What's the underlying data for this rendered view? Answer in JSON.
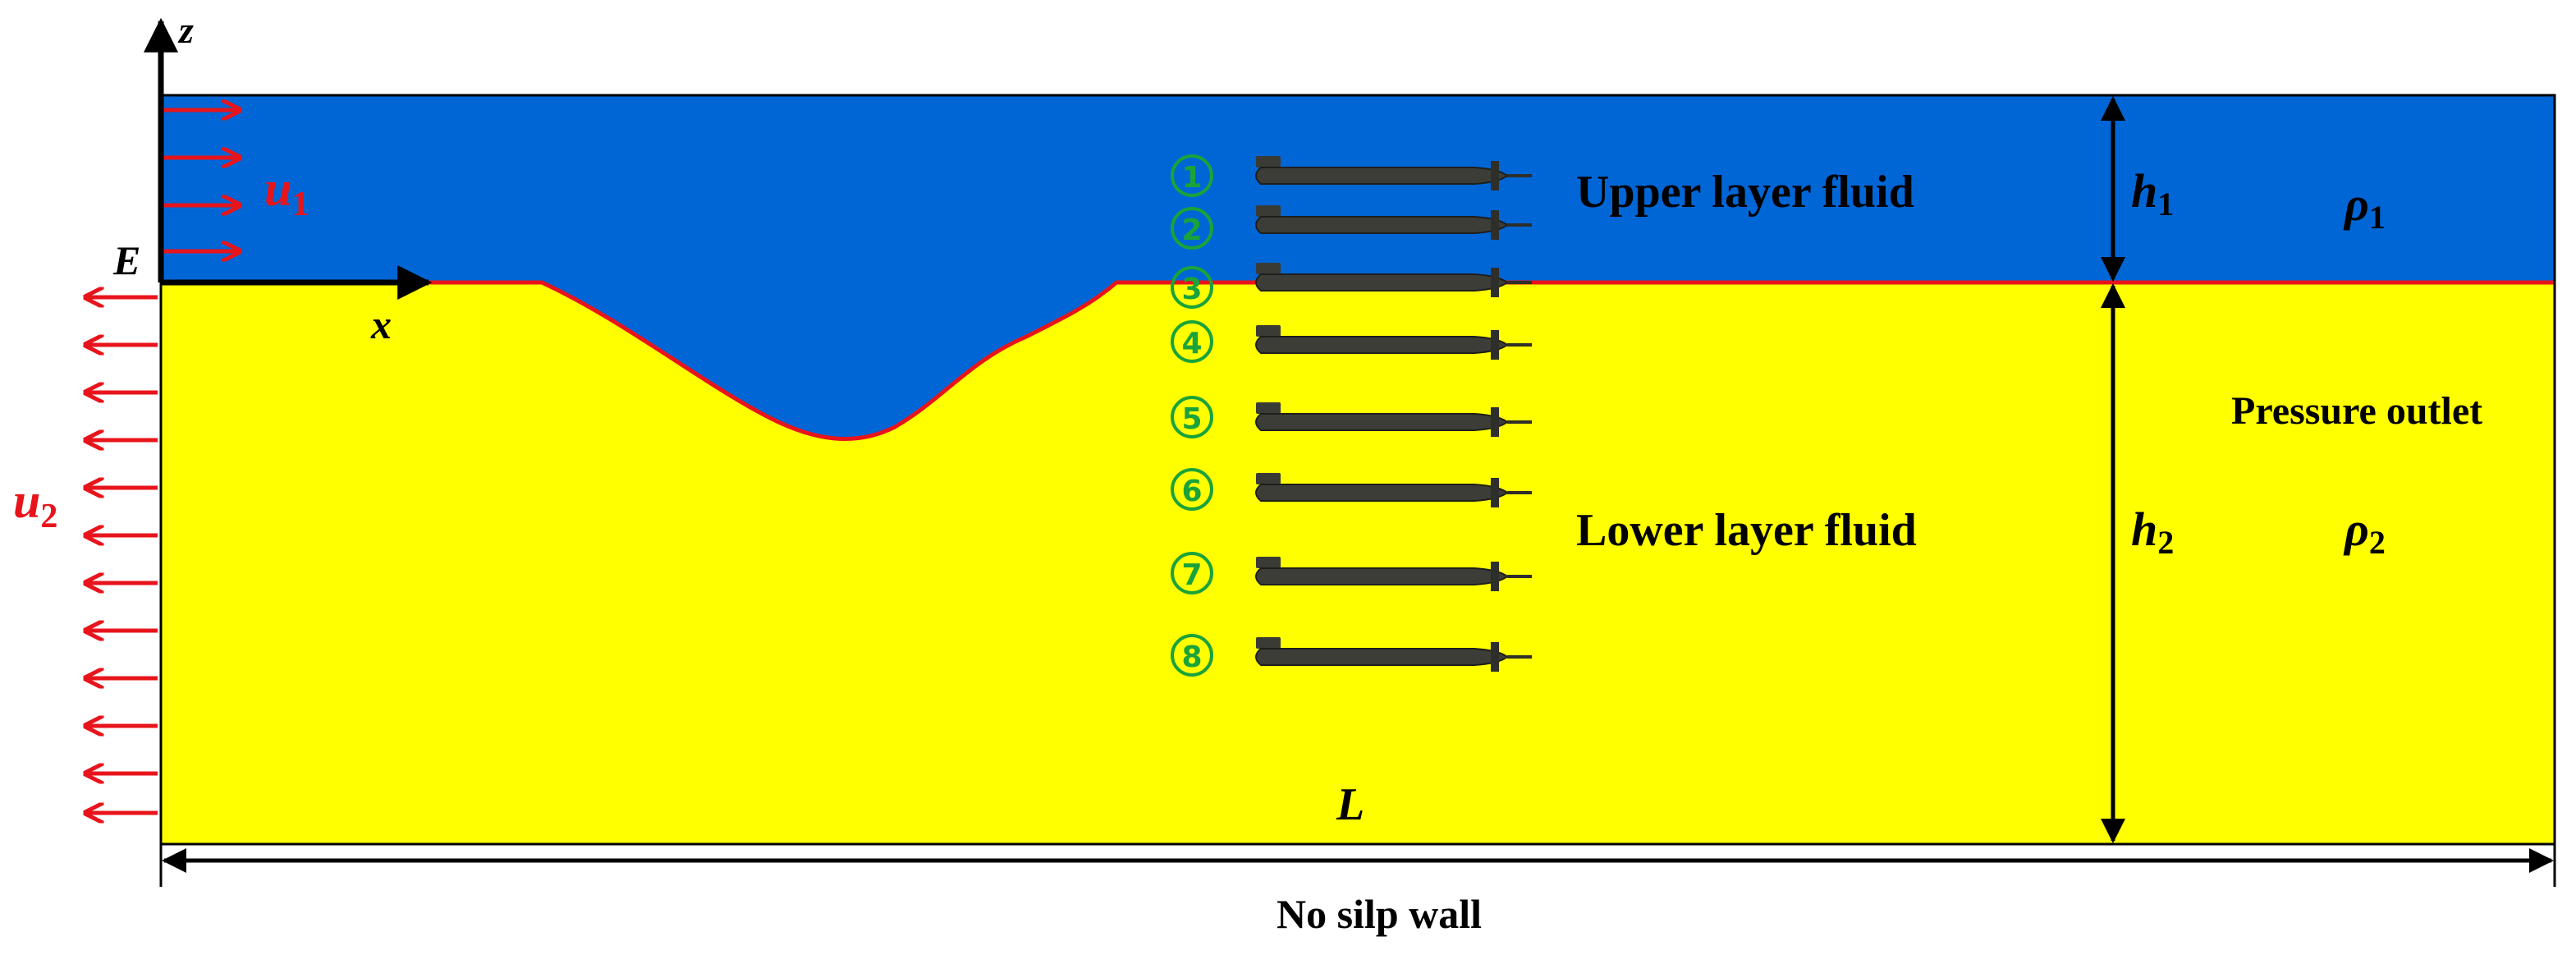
{
  "axes": {
    "z_label": "z",
    "x_label": "x",
    "origin_label": "E"
  },
  "velocities": {
    "upper": {
      "symbol": "u",
      "subscript": "1"
    },
    "lower": {
      "symbol": "u",
      "subscript": "2"
    }
  },
  "layers": {
    "upper": {
      "label": "Upper layer fluid",
      "h_symbol": "h",
      "h_subscript": "1",
      "rho_symbol": "ρ",
      "rho_subscript": "1",
      "color": "#0066d6"
    },
    "lower": {
      "label": "Lower layer fluid",
      "h_symbol": "h",
      "h_subscript": "2",
      "rho_symbol": "ρ",
      "rho_subscript": "2",
      "color": "#ffff00"
    }
  },
  "interface_color": "#e8141b",
  "outlet_label": "Pressure outlet",
  "length_label": "L",
  "bottom_label": "No silp wall",
  "submarine_markers": [
    "①",
    "②",
    "③",
    "④",
    "⑤",
    "⑥",
    "⑦",
    "⑧"
  ],
  "marker_color": "#1aa33a"
}
